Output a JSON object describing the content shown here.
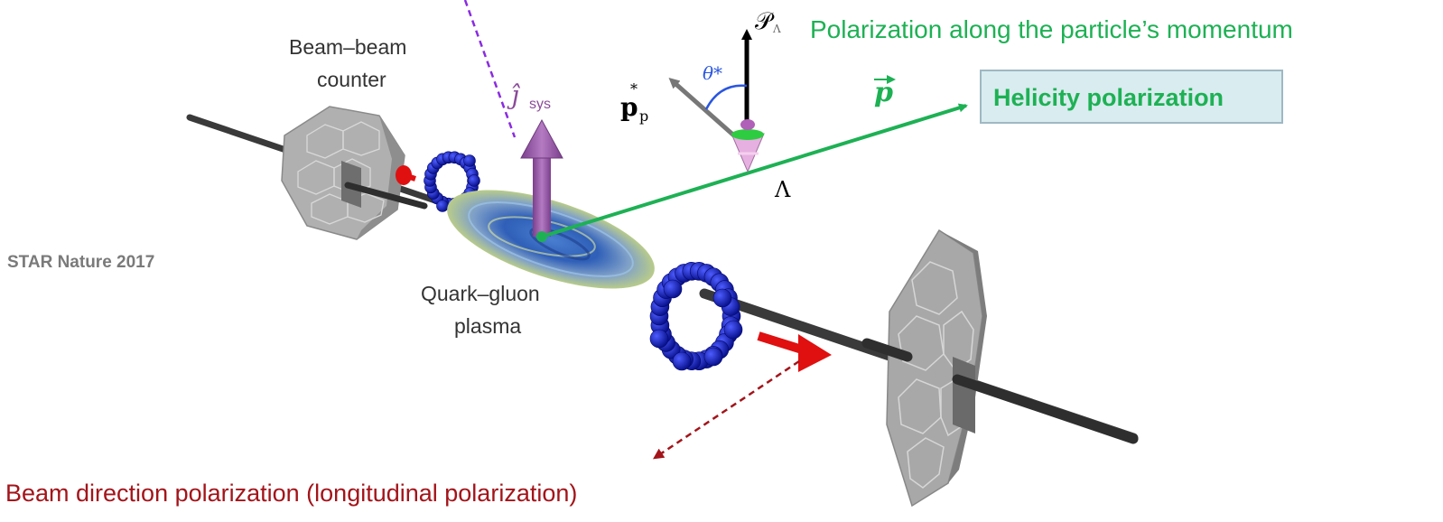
{
  "labels": {
    "title_momentum": "Polarization  along the particle’s momentum",
    "helicity_box": "Helicity polarization",
    "beam_polarization": "Beam direction polarization  (longitudinal polarization)",
    "citation": "STAR Nature 2017",
    "bbc_line1": "Beam–beam",
    "bbc_line2": "counter",
    "qgp_line1": "Quark–gluon",
    "qgp_line2": "plasma",
    "lambda_symbol": "Λ",
    "p_vector": "p",
    "jsys_symbol": "ĵ",
    "jsys_subscript": "sys",
    "theta_star": "θ*",
    "proton_symbol": "p",
    "proton_superscript": "*",
    "proton_subscript": "p",
    "polarization_symbol": "𝒫",
    "polarization_subscript": "Λ"
  },
  "colors": {
    "green": "#1db154",
    "dark_red": "#a3141a",
    "purple": "#8a4a9a",
    "box_fill": "#d9ecef",
    "box_stroke": "#9fb8c4",
    "detector_gray": "#a9a9a9",
    "beam_pipe": "#3a3a3a",
    "sphere_blue": "#1525b8",
    "arrow_red": "#e01010",
    "theta_blue": "#2a56e0"
  }
}
